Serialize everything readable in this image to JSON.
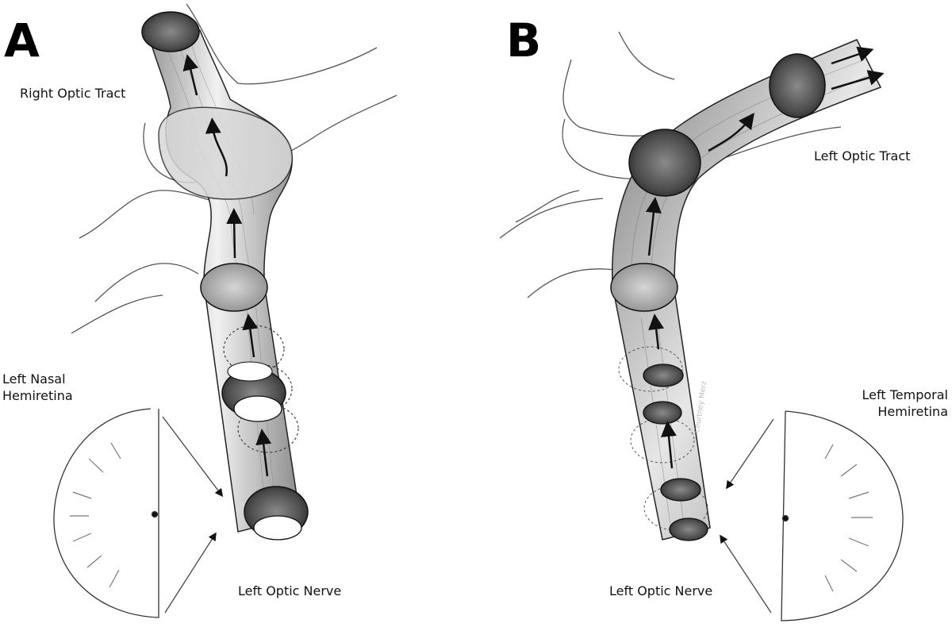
{
  "panel_a": {
    "letter": "A",
    "labels": {
      "right_optic_tract": "Right Optic Tract",
      "left_nasal_line1": "Left Nasal",
      "left_nasal_line2": "Hemiretina",
      "left_optic_nerve": "Left Optic Nerve"
    }
  },
  "panel_b": {
    "letter": "B",
    "labels": {
      "left_optic_tract": "Left Optic Tract",
      "left_temporal_line1": "Left Temporal",
      "left_temporal_line2": "Hemiretina",
      "left_optic_nerve": "Left Optic Nerve"
    },
    "signature": "Courtney Merz"
  }
}
